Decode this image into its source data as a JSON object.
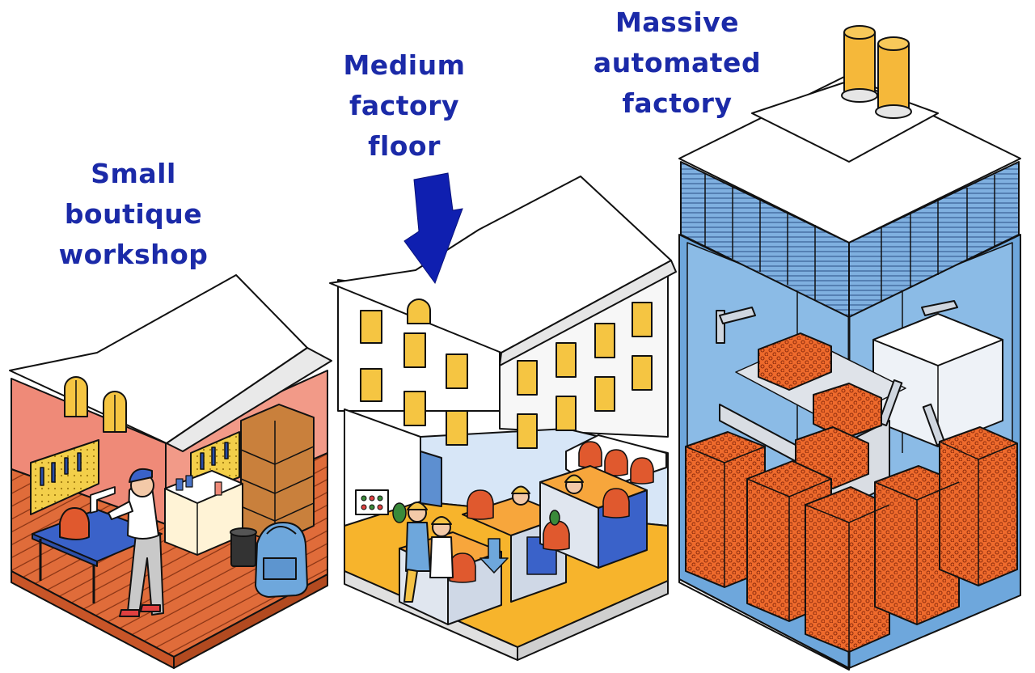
{
  "labels": {
    "small": [
      "Small",
      "boutique",
      "workshop"
    ],
    "medium": [
      "Medium",
      "factory",
      "floor"
    ],
    "massive": [
      "Massive",
      "automated",
      "factory"
    ]
  },
  "colors": {
    "label_text": "#1b2aa8",
    "arrow": "#0f1fb0",
    "workshop_wall": "#ef8a78",
    "workshop_floor": "#e06c3a",
    "pegboard": "#f3cf4a",
    "window_glow": "#f5c542",
    "factory_floor": "#f7b42c",
    "workbench": "#3a62c9",
    "hard_hat": "#f4c245",
    "backpack": "#e0592e",
    "glass": "#6ea7dc",
    "chimney": "#f5b83a",
    "bales": "#ee6a2c"
  },
  "icons": [
    "down-arrow-icon",
    "backpack-icon",
    "robot-arm-icon",
    "chimney-icon",
    "conveyor-icon"
  ]
}
